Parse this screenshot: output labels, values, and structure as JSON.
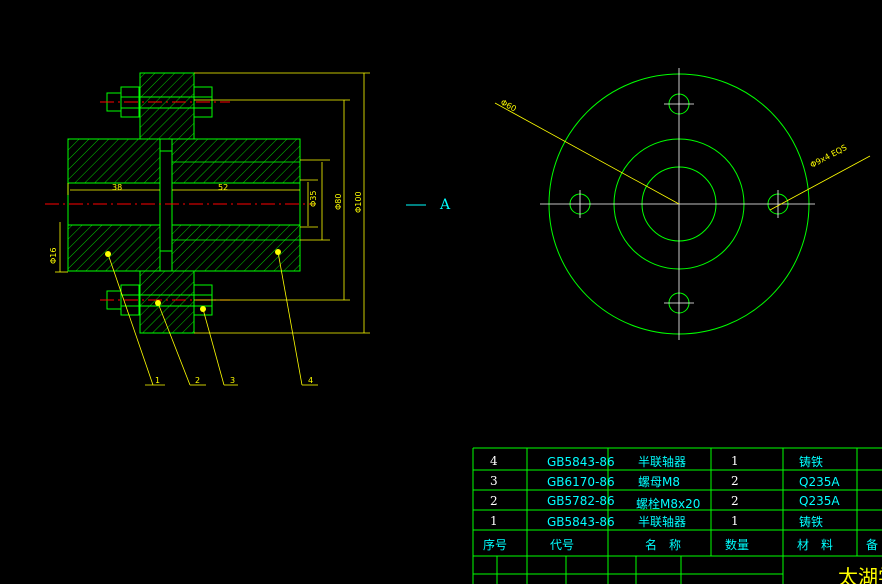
{
  "drawing": {
    "section_dims": {
      "len_left": "38",
      "len_right": "52",
      "dia_bore": "Φ35",
      "dia_hub": "Φ80",
      "dia_flange": "Φ100",
      "dia_shaft": "Φ16"
    },
    "view_label": "A",
    "end_view_dims": {
      "dia_bolt_circle": "Φ60",
      "dia_holes": "Φ9x4 EQS"
    },
    "balloons": [
      "1",
      "2",
      "3",
      "4"
    ]
  },
  "bom": {
    "rows": [
      {
        "no": "4",
        "code": "GB5843-86",
        "name": "半联轴器",
        "qty": "1",
        "material": "铸铁"
      },
      {
        "no": "3",
        "code": "GB6170-86",
        "name": "螺母M8",
        "qty": "2",
        "material": "Q235A"
      },
      {
        "no": "2",
        "code": "GB5782-86",
        "name": "螺栓M8x20",
        "qty": "2",
        "material": "Q235A"
      },
      {
        "no": "1",
        "code": "GB5843-86",
        "name": "半联轴器",
        "qty": "1",
        "material": "铸铁"
      }
    ],
    "headers": {
      "no": "序号",
      "code": "代号",
      "name": "名　称",
      "qty": "数量",
      "material": "材　料",
      "extra": "备"
    },
    "title_partial": "太湖学"
  },
  "colors": {
    "outline": "#00ff00",
    "dimension": "#ffff00",
    "centerline": "#ff0000",
    "text": "#00ffff",
    "background": "#000000"
  }
}
